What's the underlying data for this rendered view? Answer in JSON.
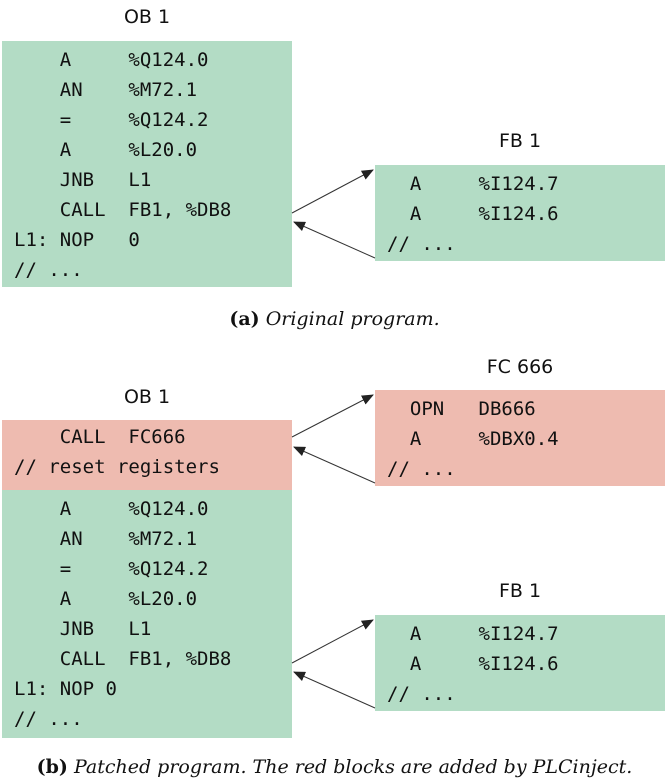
{
  "part_a": {
    "ob_title": "OB 1",
    "fb_title": "FB 1",
    "ob_lines": [
      "    A     %Q124.0",
      "    AN    %M72.1",
      "    =     %Q124.2",
      "    A     %L20.0",
      "    JNB   L1",
      "    CALL  FB1, %DB8",
      "L1: NOP   0",
      "// ..."
    ],
    "fb_lines": [
      "  A     %I124.7",
      "  A     %I124.6",
      "// ..."
    ],
    "caption_label": "(a)",
    "caption_text": "Original program."
  },
  "part_b": {
    "ob_title": "OB 1",
    "fc_title": "FC 666",
    "fb_title": "FB 1",
    "injected_lines": [
      "    CALL  FC666",
      "// reset registers"
    ],
    "ob_lines": [
      "    A     %Q124.0",
      "    AN    %M72.1",
      "    =     %Q124.2",
      "    A     %L20.0",
      "    JNB   L1",
      "    CALL  FB1, %DB8",
      "L1: NOP 0",
      "// ..."
    ],
    "fc_lines": [
      "  OPN   DB666",
      "  A     %DBX0.4",
      "// ..."
    ],
    "fb_lines": [
      "  A     %I124.7",
      "  A     %I124.6",
      "// ..."
    ],
    "caption_label": "(b)",
    "caption_text": "Patched program. The red blocks are added by PLCinject."
  },
  "colors": {
    "original_block": "#b3dcc5",
    "injected_block": "#eebbb0"
  }
}
